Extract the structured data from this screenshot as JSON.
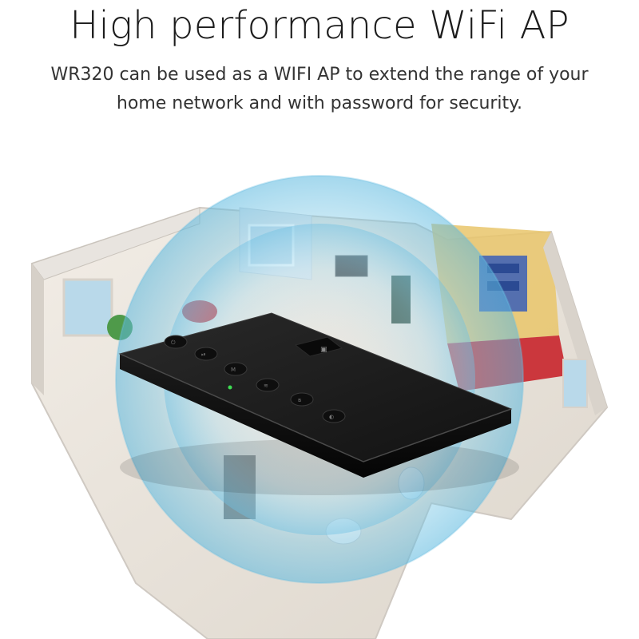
{
  "header": {
    "title": "High performance WiFi AP",
    "description_line1": "WR320 can be used as a WIFI AP to extend the range of your",
    "description_line2": "home network and with password for security."
  },
  "illustration": {
    "device": "wireless-audio-receiver",
    "scene": "cutaway-house-floor-plan",
    "signal_color": "#7cc8e6",
    "device_color": "#1a1a1a",
    "accent_red": "#c8252c",
    "accent_yellow": "#e9c66b",
    "accent_blue": "#3a5fb8",
    "button_icons": [
      "power-icon",
      "play-pause-icon",
      "mode-icon",
      "wifi-icon",
      "bluetooth-icon",
      "volume-icon"
    ]
  }
}
